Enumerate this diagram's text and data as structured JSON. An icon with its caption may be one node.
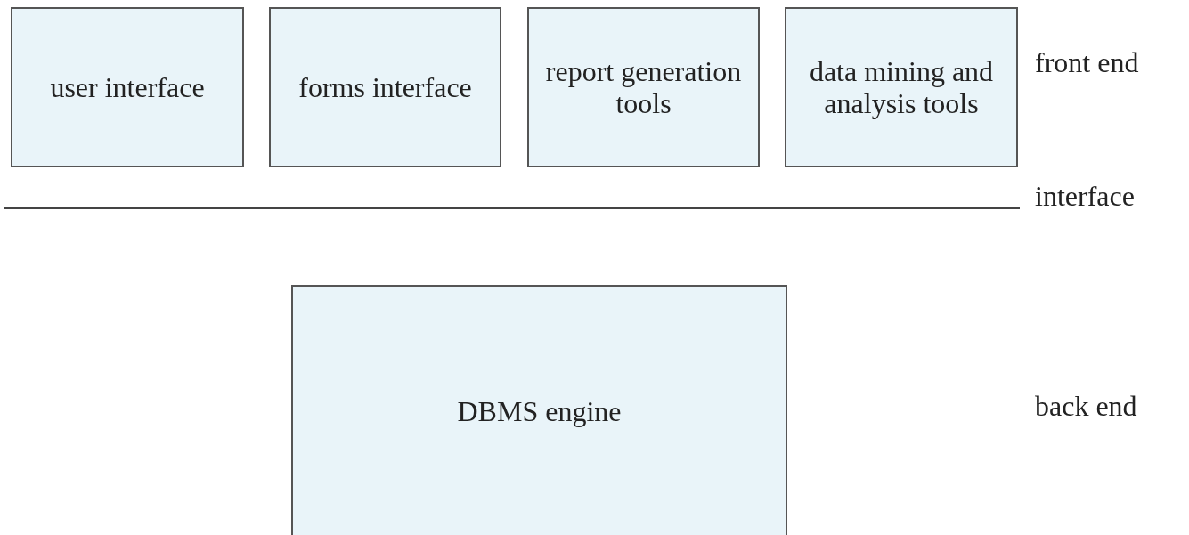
{
  "diagram": {
    "nodes": [
      {
        "text": [
          "user interface"
        ]
      },
      {
        "text": [
          "forms interface"
        ]
      },
      {
        "text": [
          "report generation tools"
        ]
      },
      {
        "text": [
          "data mining and analysis tools"
        ]
      },
      {
        "text": [
          "DBMS engine"
        ]
      }
    ],
    "labels": [
      "front end",
      "interface",
      "back end"
    ]
  }
}
